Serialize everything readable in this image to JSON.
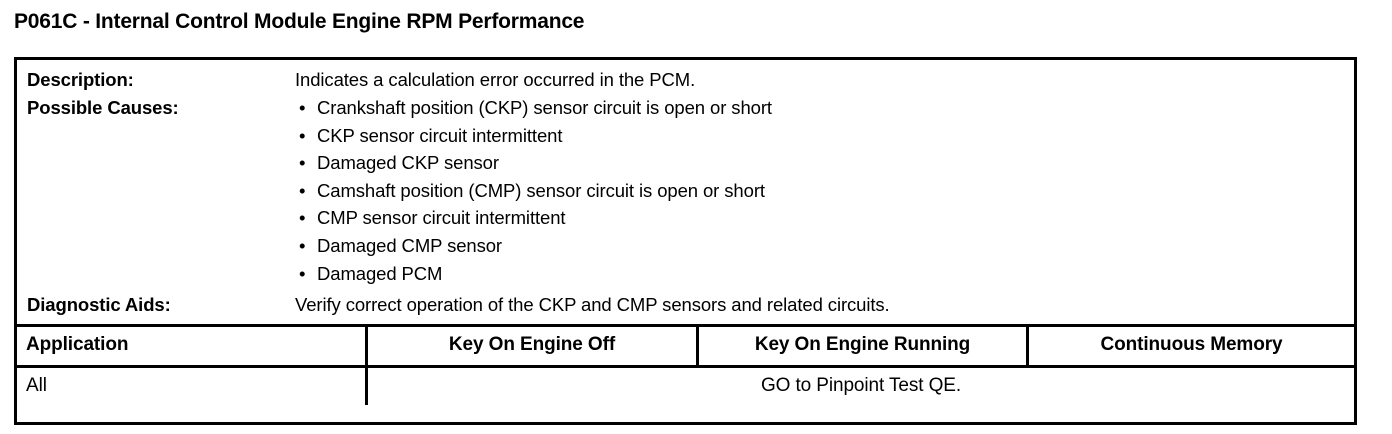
{
  "title": "P061C - Internal Control Module Engine RPM Performance",
  "info": {
    "description_label": "Description:",
    "description_value": "Indicates a calculation error occurred in the PCM.",
    "causes_label": "Possible Causes:",
    "causes": [
      "Crankshaft position (CKP) sensor circuit is open or short",
      "CKP sensor circuit intermittent",
      "Damaged CKP sensor",
      "Camshaft position (CMP) sensor circuit is open or short",
      "CMP sensor circuit intermittent",
      "Damaged CMP sensor",
      "Damaged PCM"
    ],
    "bullet_glyph": "•",
    "aids_label": "Diagnostic Aids:",
    "aids_value": "Verify correct operation of the CKP and CMP sensors and related circuits."
  },
  "grid": {
    "headers": {
      "application": "Application",
      "key_on_engine_off": "Key On Engine Off",
      "key_on_engine_running": "Key On Engine Running",
      "continuous_memory": "Continuous Memory"
    },
    "rows": [
      {
        "application": "All",
        "result": "GO to Pinpoint Test QE."
      }
    ]
  },
  "colors": {
    "border": "#000000",
    "text": "#000000",
    "background": "#ffffff"
  }
}
